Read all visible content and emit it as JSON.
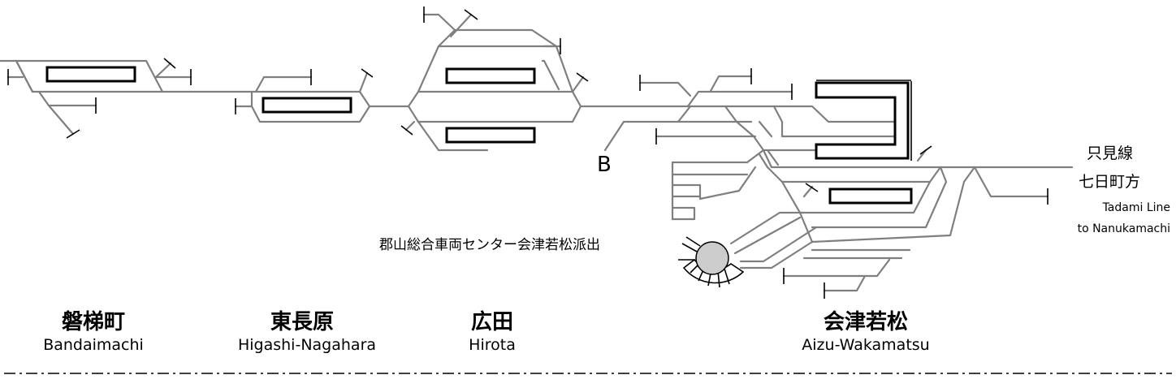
{
  "stations": [
    {
      "id": "bandaimachi",
      "ja": "磐梯町",
      "en": "Bandaimachi"
    },
    {
      "id": "higashi-nagahara",
      "ja": "東長原",
      "en": "Higashi-Nagahara"
    },
    {
      "id": "hirota",
      "ja": "広田",
      "en": "Hirota"
    },
    {
      "id": "aizu-wakamatsu",
      "ja": "会津若松",
      "en": "Aizu-Wakamatsu"
    }
  ],
  "branch_marker": "B",
  "depot_label": "郡山総合車両センター会津若松派出",
  "tadami_line": {
    "name_ja": "只見線",
    "direction_ja": "七日町方",
    "name_en": "Tadami Line",
    "direction_en": "to Nanukamachi"
  },
  "colors": {
    "track": "#7f7f7f",
    "platform_outline": "#000000",
    "turntable": "#cccccc"
  }
}
